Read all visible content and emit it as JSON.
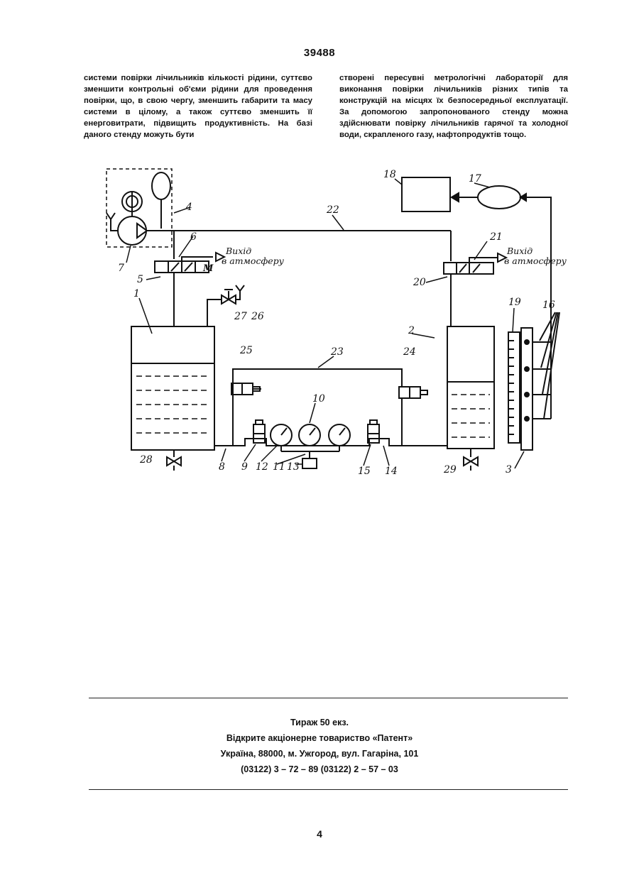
{
  "header": {
    "patent_number": "39488"
  },
  "text": {
    "left_column": "системи повірки лічильників кількості рідини, суттєво зменшити контрольні об'єми рідини для проведення повірки, що, в свою чергу, зменшить габарити та масу системи в цілому, а також суттєво зменшить її енерговитрати, підвищить продуктивність. На базі даного стенду можуть бути",
    "right_column": "створені пересувні метрологічні лабораторії для виконання повірки лічильників різних типів та конструкцій на місцях їх безпосередньої експлуатації. За допомогою запропонованого стенду можна здійснювати повірку лічильників гарячої та холодної води, скрапленого газу, нафтопродуктів тощо."
  },
  "figure": {
    "outlet_label_line1": "Вихід",
    "outlet_label_line2": "в атмосферу",
    "labels": [
      "1",
      "2",
      "3",
      "4",
      "5",
      "6",
      "7",
      "8",
      "9",
      "10",
      "11",
      "12",
      "13",
      "14",
      "15",
      "16",
      "17",
      "18",
      "19",
      "20",
      "21",
      "22",
      "23",
      "24",
      "25",
      "26",
      "27",
      "28",
      "29"
    ]
  },
  "imprint": {
    "circulation": "Тираж 50 екз.",
    "company": "Відкрите акціонерне товариство «Патент»",
    "address": "Україна, 88000, м. Ужгород, вул. Гагаріна, 101",
    "phones": "(03122) 3 – 72 – 89   (03122) 2 – 57 – 03"
  },
  "footer": {
    "page_number": "4"
  }
}
